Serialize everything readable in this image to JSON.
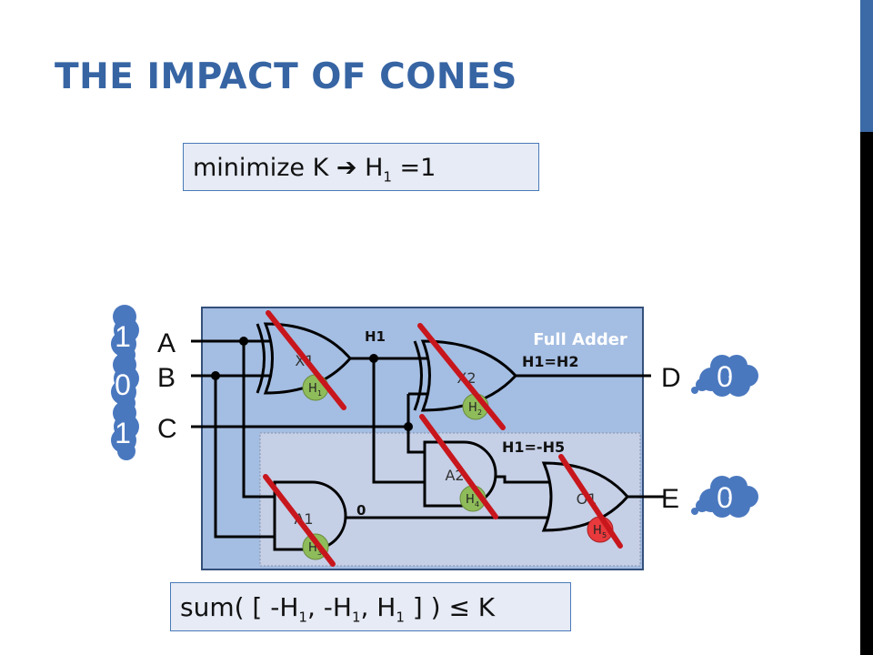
{
  "slide": {
    "title": "THE IMPACT OF CONES",
    "objective": {
      "prefix": "minimize K",
      "arrow": "➔",
      "var": "H",
      "sub": "1",
      "suffix": " =1"
    },
    "constraint": {
      "prefix": "sum( [ -H",
      "s1": "1",
      "mid1": ", -H",
      "s2": "1",
      "mid2": ", H",
      "s3": "1",
      "suffix": " ] ) ≤ K"
    }
  },
  "circuit": {
    "panel_label": "Full Adder",
    "inputs": [
      {
        "name": "A",
        "value": "1"
      },
      {
        "name": "B",
        "value": "0"
      },
      {
        "name": "C",
        "value": "1"
      }
    ],
    "outputs": [
      {
        "name": "D",
        "value": "0"
      },
      {
        "name": "E",
        "value": "0"
      }
    ],
    "gates": {
      "x1": {
        "label": "X1",
        "var": "H",
        "sub": "1"
      },
      "x2": {
        "label": "X2",
        "var": "H",
        "sub": "2"
      },
      "a1": {
        "label": "A1",
        "var": "H",
        "sub": "3"
      },
      "a2": {
        "label": "A2",
        "var": "H",
        "sub": "4"
      },
      "o1": {
        "label": "O1",
        "var": "H",
        "sub": "5"
      }
    },
    "annotations": {
      "h1_wire": "H1",
      "h1_eq_h2": "H1=H2",
      "h1_eq_neg_h5": "H1=-H5",
      "zero_wire": "0"
    },
    "colors": {
      "title": "#3765a4",
      "panel": "#a4bde2",
      "inner_panel": "#c5cfe6",
      "cloud": "#4a78bf",
      "h_circle": "#8fbc5a",
      "h_circle_red": "#e8393c",
      "cross": "#c8161d"
    }
  }
}
